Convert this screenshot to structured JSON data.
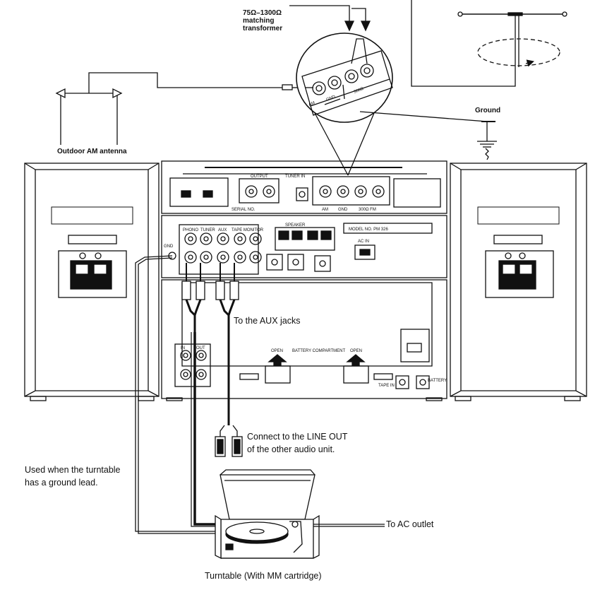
{
  "labels": {
    "transformer_line1": "75Ω–1300Ω",
    "transformer_line2": "matching",
    "transformer_line3": "transformer",
    "ground": "Ground",
    "outdoor_am": "Outdoor AM antenna",
    "aux_jacks": "To the AUX jacks",
    "connect_line1": "Connect to the LINE OUT",
    "connect_line2": "of the other audio unit.",
    "ground_note_line1": "Used when the turntable",
    "ground_note_line2": "has a ground   lead.",
    "ac_outlet": "To AC outlet",
    "turntable": "Turntable (With MM cartridge)"
  },
  "zoom_terminals": {
    "am": "AM",
    "gnd": "GND",
    "fm": "300Ω"
  },
  "panel": {
    "output": "OUTPUT",
    "tuner_in": "TUNER IN",
    "serial_no": "SERIAL NO.",
    "am": "AM",
    "gnd": "GND",
    "fm": "300Ω FM",
    "phono": "PHONO",
    "tuner": "TUNER",
    "aux": "AUX",
    "tape_monitor": "TAPE MONITOR",
    "speaker": "SPEAKER",
    "model": "MODEL NO. PM 326",
    "ac_in": "AC IN",
    "gnd_jack": "GND",
    "open": "OPEN",
    "battery_compartment": "BATTERY COMPARTMENT",
    "battery": "BATTERY",
    "tape_in": "TAPE IN",
    "in": "IN",
    "out": "OUT"
  }
}
